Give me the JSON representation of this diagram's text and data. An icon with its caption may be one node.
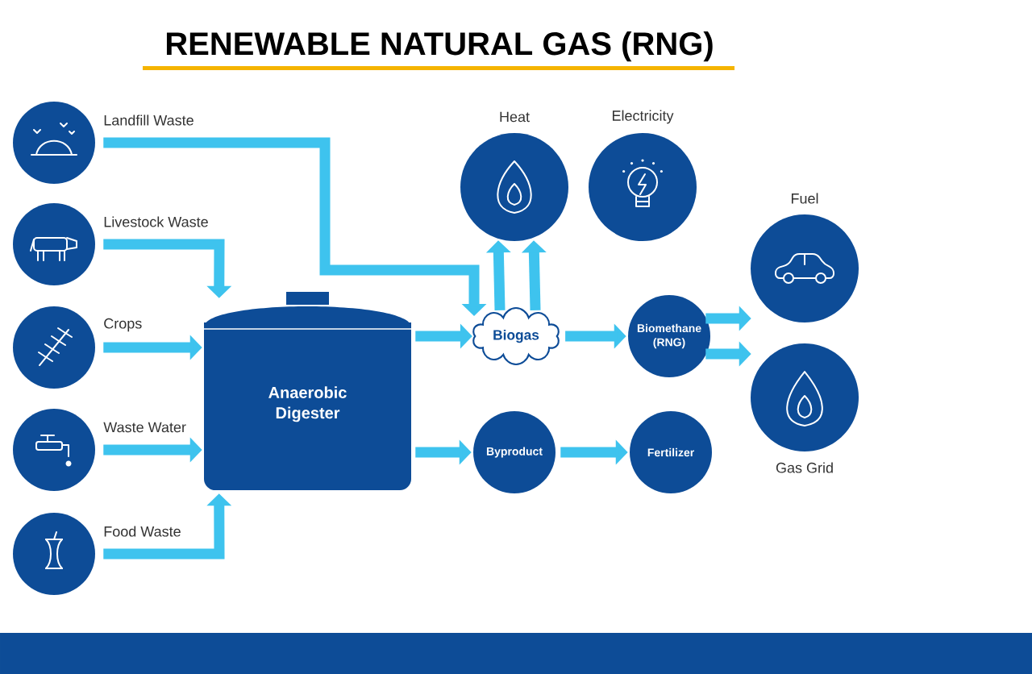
{
  "diagram": {
    "title": "RENEWABLE NATURAL GAS (RNG)",
    "nodes": [
      {
        "text": [
          "Landfill Waste"
        ]
      },
      {
        "text": [
          "Livestock Waste"
        ]
      },
      {
        "text": [
          "Crops"
        ]
      },
      {
        "text": [
          "Waste Water"
        ]
      },
      {
        "text": [
          "Food Waste"
        ]
      },
      {
        "text": [
          "Anaerobic Digester"
        ]
      },
      {
        "text": [
          "Biogas"
        ]
      },
      {
        "text": [
          "Heat"
        ]
      },
      {
        "text": [
          "Electricity"
        ]
      },
      {
        "text": [
          "Biomethane (RNG)"
        ]
      },
      {
        "text": [
          "Fuel"
        ]
      },
      {
        "text": [
          "Gas Grid"
        ]
      },
      {
        "text": [
          "Byproduct"
        ]
      },
      {
        "text": [
          "Fertilizer"
        ]
      }
    ],
    "edges": [
      {
        "from": 0,
        "to": 6,
        "arrow": "to"
      },
      {
        "from": 1,
        "to": 5,
        "arrow": "to"
      },
      {
        "from": 2,
        "to": 5,
        "arrow": "to"
      },
      {
        "from": 3,
        "to": 5,
        "arrow": "to"
      },
      {
        "from": 4,
        "to": 5,
        "arrow": "to"
      },
      {
        "from": 5,
        "to": 6,
        "arrow": "to"
      },
      {
        "from": 5,
        "to": 12,
        "arrow": "to"
      },
      {
        "from": 6,
        "to": 7,
        "arrow": "to"
      },
      {
        "from": 6,
        "to": 7,
        "arrow": "to"
      },
      {
        "from": 6,
        "to": 9,
        "arrow": "to"
      },
      {
        "from": 9,
        "to": 10,
        "arrow": "to"
      },
      {
        "from": 9,
        "to": 11,
        "arrow": "to"
      },
      {
        "from": 12,
        "to": 13,
        "arrow": "to"
      }
    ]
  }
}
